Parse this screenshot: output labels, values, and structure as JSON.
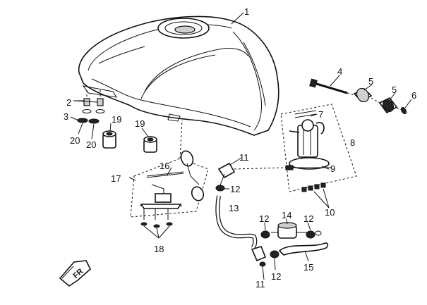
{
  "callouts": {
    "c1": "1",
    "c2": "2",
    "c3": "3",
    "c4": "4",
    "c5a": "5",
    "c5b": "5",
    "c6": "6",
    "c7": "7",
    "c8": "8",
    "c9": "9",
    "c10": "10",
    "c11a": "11",
    "c11b": "11",
    "c12a": "12",
    "c12b": "12",
    "c12c": "12",
    "c12d": "12",
    "c13": "13",
    "c14": "14",
    "c15": "15",
    "c16": "16",
    "c17": "17",
    "c18": "18",
    "c19a": "19",
    "c19b": "19",
    "c20a": "20",
    "c20b": "20"
  },
  "front_badge": "FR"
}
